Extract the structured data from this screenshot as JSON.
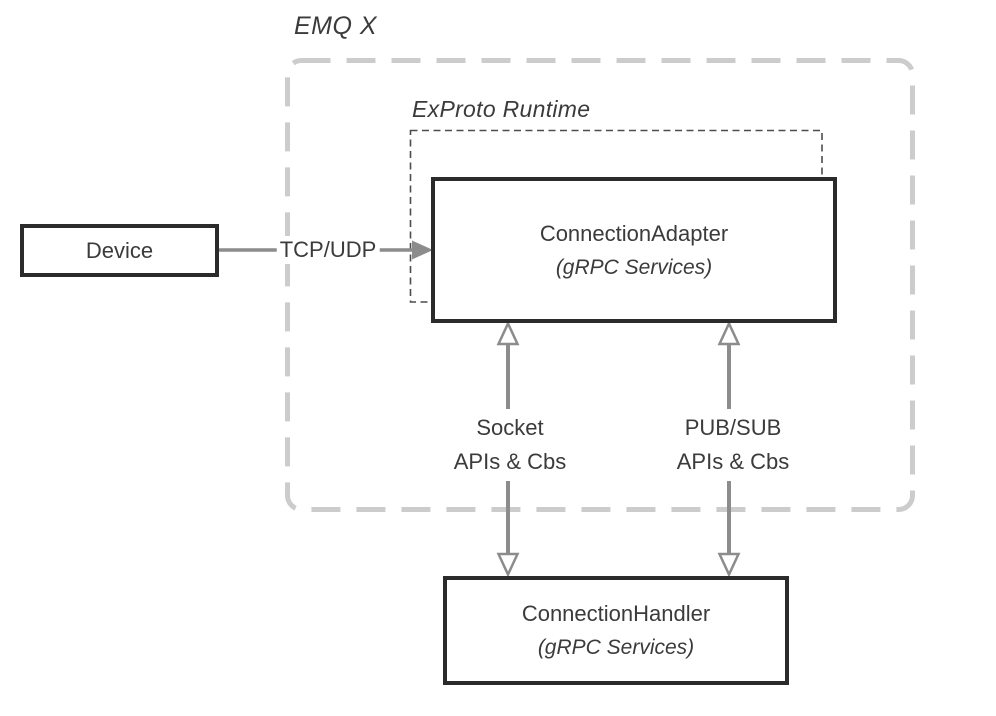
{
  "diagram": {
    "emqx_label": "EMQ X",
    "runtime_label": "ExProto Runtime",
    "device": {
      "label": "Device"
    },
    "adapter": {
      "title": "ConnectionAdapter",
      "subtitle": "(gRPC Services)"
    },
    "handler": {
      "title": "ConnectionHandler",
      "subtitle": "(gRPC Services)"
    },
    "tcp_arrow_label": "TCP/UDP",
    "socket_arrow": {
      "line1": "Socket",
      "line2": "APIs & Cbs"
    },
    "pubsub_arrow": {
      "line1": "PUB/SUB",
      "line2": "APIs & Cbs"
    },
    "colors": {
      "box_border": "#2b2b2b",
      "box_fill": "#ffffff",
      "text": "#3b3b3b",
      "outer_dash": "#cccccc",
      "inner_dash": "#4d4d4d",
      "arrow": "#8c8c8c"
    }
  }
}
